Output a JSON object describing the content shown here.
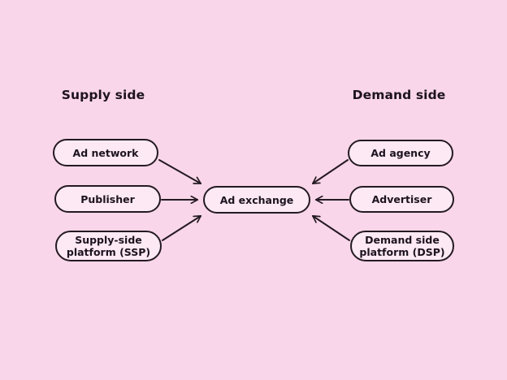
{
  "headings": {
    "supply": "Supply side",
    "demand": "Demand side"
  },
  "nodes": {
    "ad_network": "Ad network",
    "publisher": "Publisher",
    "ssp": "Supply-side platform (SSP)",
    "ad_exchange": "Ad exchange",
    "ad_agency": "Ad agency",
    "advertiser": "Advertiser",
    "dsp": "Demand side platform (DSP)"
  },
  "colors": {
    "background": "#f9d6e9",
    "node_fill": "#fce9f3",
    "stroke": "#241a23",
    "text": "#1d1320"
  }
}
